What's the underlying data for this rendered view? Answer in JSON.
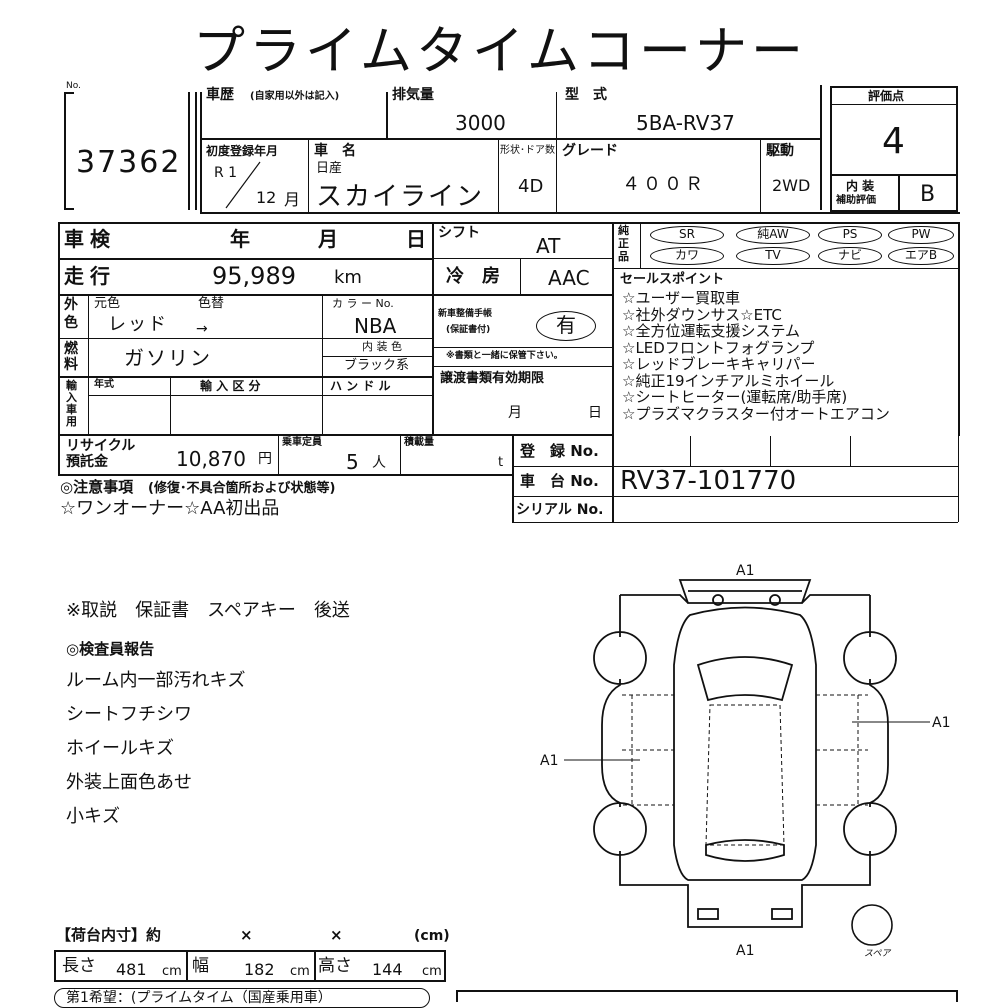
{
  "title": "プライムタイムコーナー",
  "lot": {
    "label": "No.",
    "number": "37362"
  },
  "history": {
    "label": "車歴",
    "note": "(自家用以外は記入)"
  },
  "displacement": {
    "label": "排気量",
    "value": "3000"
  },
  "model": {
    "label": "型　式",
    "value": "5BA-RV37"
  },
  "score": {
    "label": "評価点",
    "value": "4"
  },
  "first_reg": {
    "label": "初度登録年月",
    "era": "R 1",
    "month": "12",
    "month_unit": "月"
  },
  "car_name": {
    "label": "車　名",
    "maker": "日産",
    "name": "スカイライン"
  },
  "shape": {
    "label": "形状･ドア数",
    "value": "4D"
  },
  "grade": {
    "label": "グレード",
    "value": "４００Ｒ"
  },
  "drive": {
    "label": "駆動",
    "value": "2WD"
  },
  "interior": {
    "label_line1": "内 装",
    "label_line2": "補助評価",
    "value": "B"
  },
  "inspection": {
    "label": "車検",
    "year": "年",
    "month": "月",
    "day": "日"
  },
  "shift": {
    "label": "シフト",
    "value": "AT"
  },
  "mileage": {
    "label": "走行",
    "value": "95,989",
    "unit": "km"
  },
  "ac": {
    "label": "冷　房",
    "value": "AAC"
  },
  "exterior": {
    "side_label_1": "外",
    "side_label_2": "色",
    "orig_label": "元色",
    "orig_value": "レッド",
    "change_label": "色替",
    "arrow": "→",
    "code_label": "カ ラ ー No.",
    "code_value": "NBA"
  },
  "handbook": {
    "line1": "新車整備手帳",
    "line2": "(保証書付)",
    "value": "有",
    "note": "※書類と一緒に保管下さい。"
  },
  "fuel": {
    "side_1": "燃",
    "side_2": "料",
    "value": "ガソリン",
    "int_color_label": "内 装 色",
    "int_color_value": "ブラック系"
  },
  "import": {
    "side": [
      "輸",
      "入",
      "車",
      "用"
    ],
    "year_label": "年式",
    "class_label": "輸 入 区 分",
    "handle_label": "ハ ン ド ル"
  },
  "transfer": {
    "label": "譲渡書類有効期限",
    "month": "月",
    "day": "日"
  },
  "equipment": {
    "side_1": "純",
    "side_2": "正",
    "side_3": "品",
    "items": [
      "SR",
      "純AW",
      "PS",
      "PW",
      "カワ",
      "TV",
      "ナビ",
      "エアB"
    ]
  },
  "sales_points": {
    "label": "セールスポイント",
    "items": [
      "☆ユーザー買取車",
      "☆社外ダウンサス☆ETC",
      "☆全方位運転支援システム",
      "☆LEDフロントフォグランプ",
      "☆レッドブレーキキャリパー",
      "☆純正19インチアルミホイール",
      "☆シートヒーター(運転席/助手席)",
      "☆プラズマクラスター付オートエアコン"
    ]
  },
  "recycle": {
    "label_1": "リサイクル",
    "label_2": "預託金",
    "value": "10,870",
    "unit": "円"
  },
  "capacity": {
    "label": "乗車定員",
    "value": "5",
    "unit": "人"
  },
  "load": {
    "label": "積載量",
    "unit": "t"
  },
  "registration": {
    "label": "登　録 No."
  },
  "chassis": {
    "label": "車　台 No.",
    "value": "RV37-101770"
  },
  "serial": {
    "label": "シリアル No."
  },
  "caution": {
    "label": "◎注意事項",
    "label_note": "(修復･不具合箇所および状態等)",
    "text": "☆ワンオーナー☆AA初出品"
  },
  "notes": {
    "docs": "※取説　保証書　スペアキー　後送",
    "inspector_label": "◎検査員報告",
    "items": [
      "ルーム内一部汚れキズ",
      "シートフチシワ",
      "ホイールキズ",
      "外装上面色あせ",
      "小キズ"
    ]
  },
  "cargo": {
    "label": "【荷台内寸】約",
    "x1": "×",
    "x2": "×",
    "unit": "(cm)"
  },
  "dimensions": {
    "length_label": "長さ",
    "length": "481",
    "width_label": "幅",
    "width": "182",
    "height_label": "高さ",
    "height": "144",
    "unit": "cm"
  },
  "bottom_partial": {
    "text": "第1希望：(プライムタイム（国産乗用車）"
  },
  "diagram": {
    "marks": [
      "A1",
      "A1",
      "A1",
      "A1"
    ],
    "spare_label": "スペア"
  }
}
